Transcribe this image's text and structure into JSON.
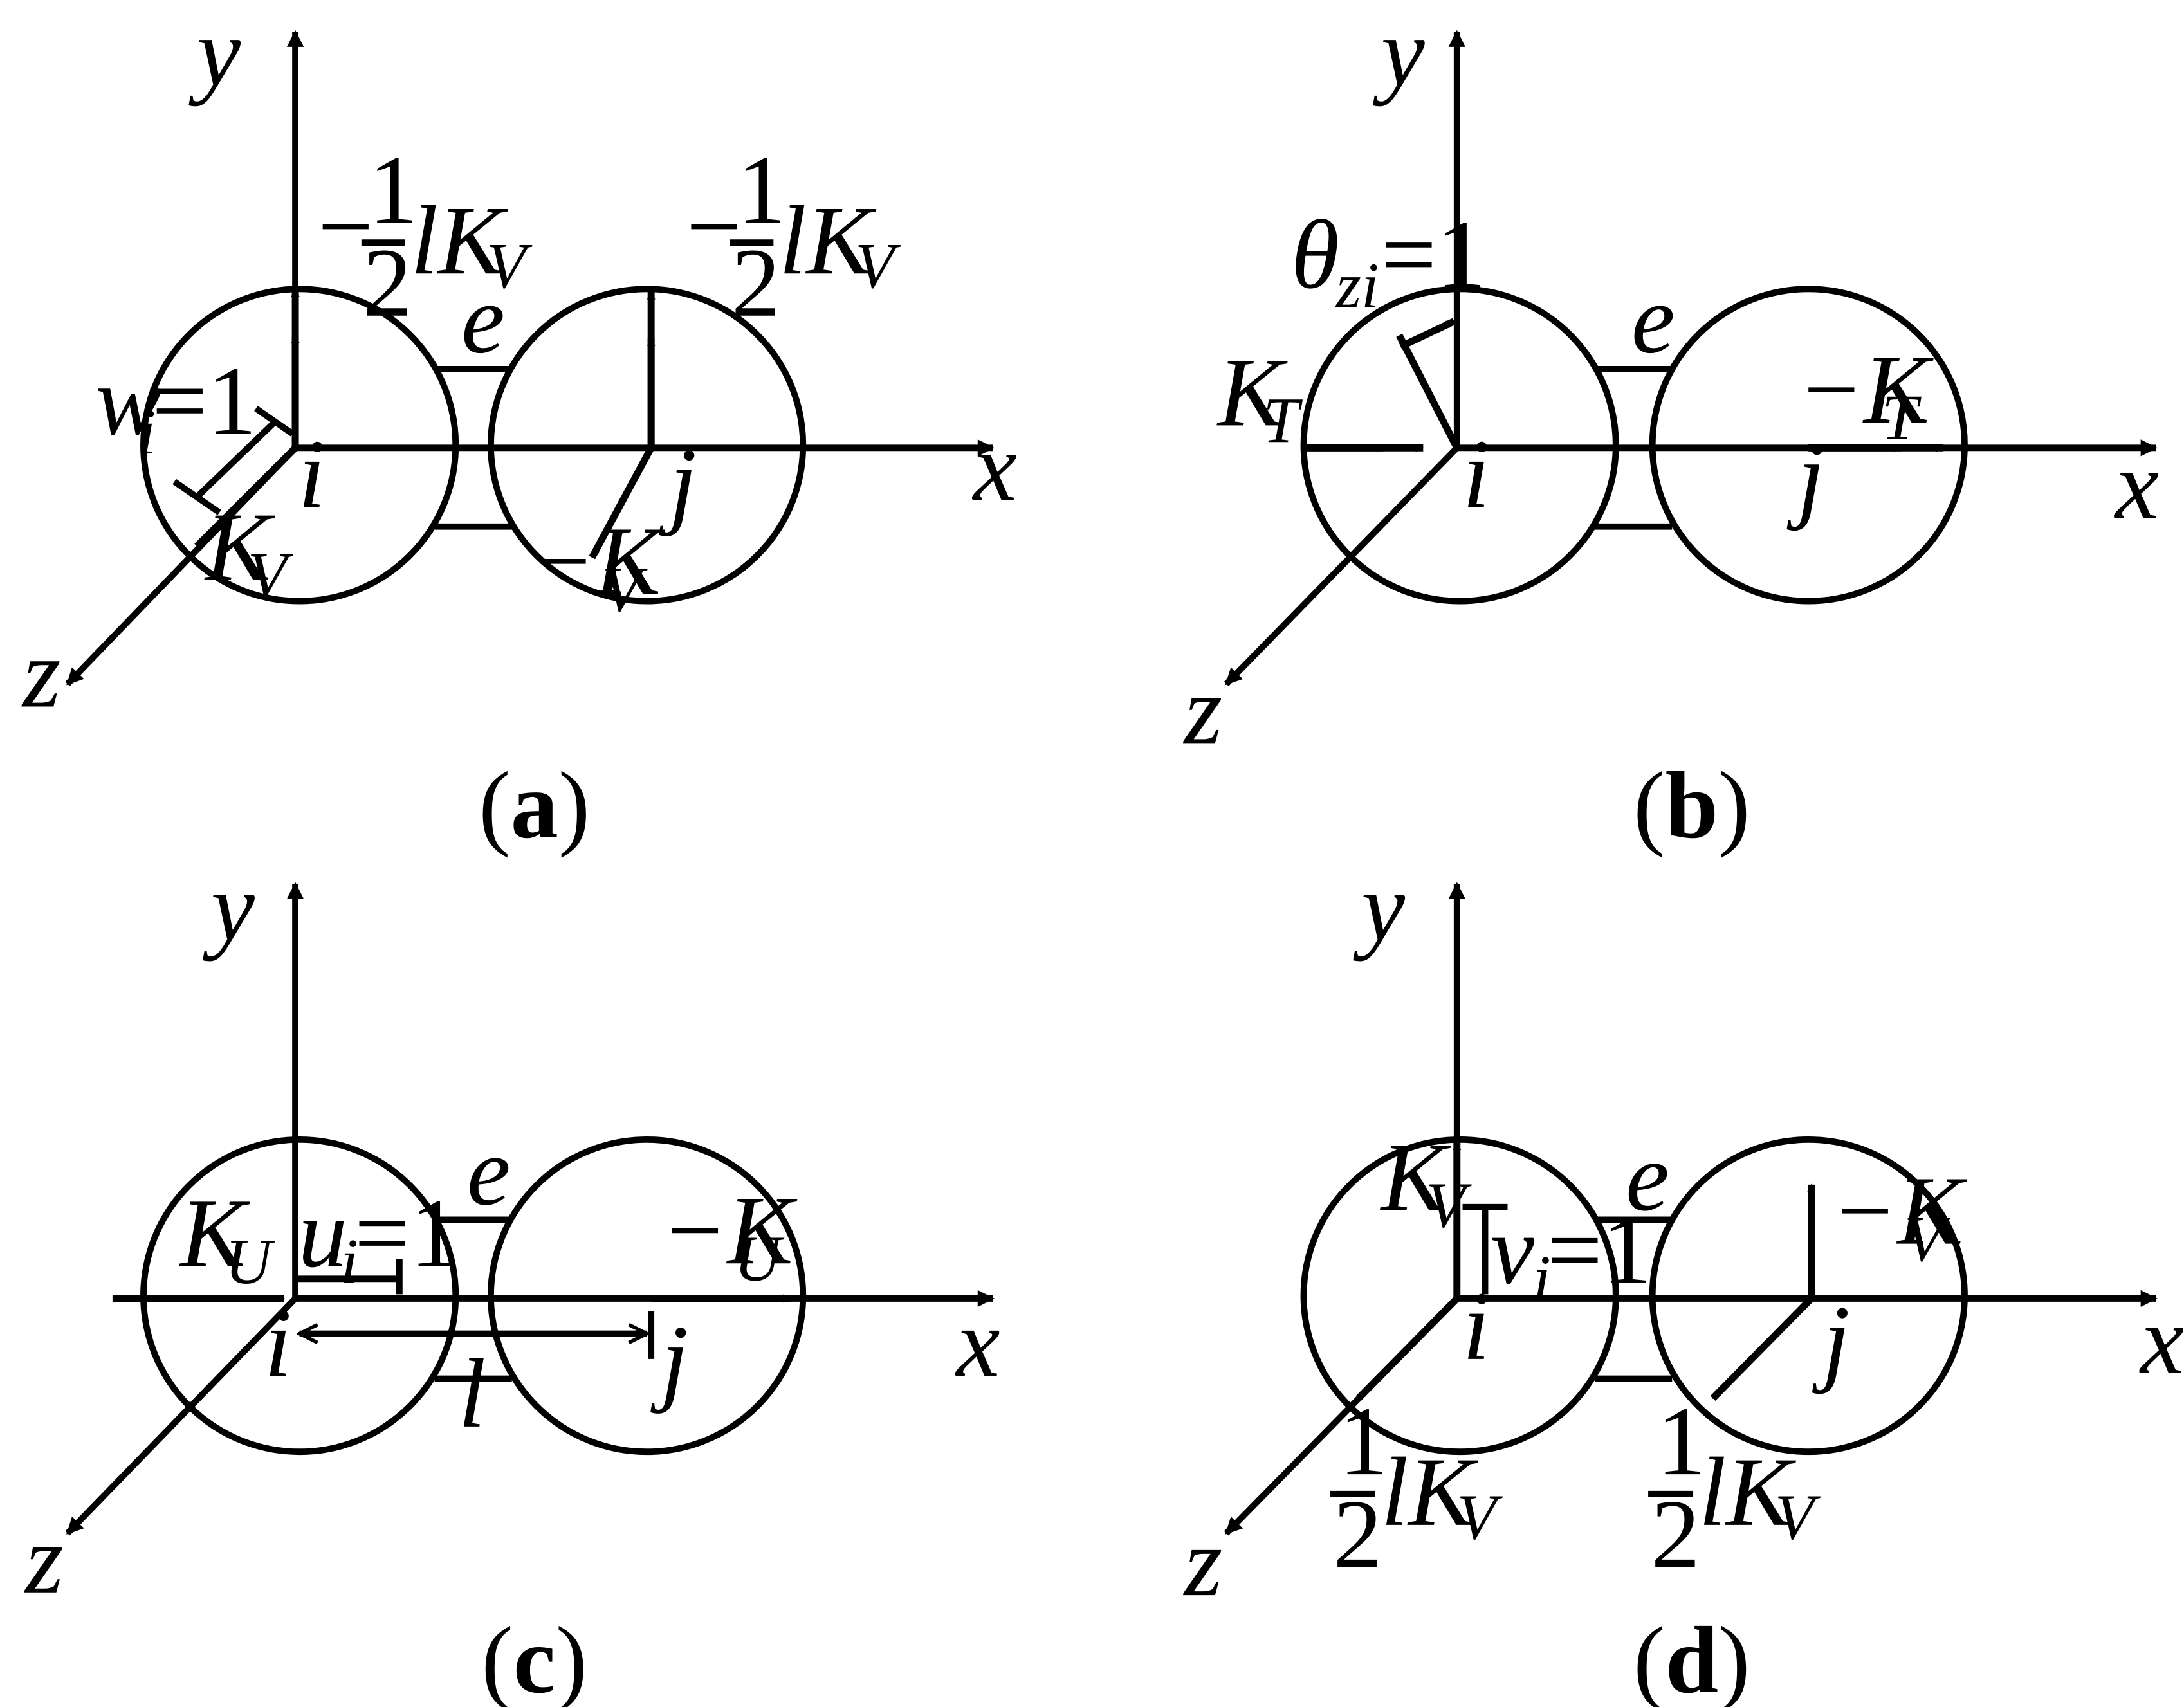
{
  "panels": [
    {
      "id": "a",
      "caption": {
        "open": "(",
        "letter": "a",
        "close": ")"
      },
      "axes": {
        "x": "x",
        "y": "y",
        "z": "z"
      },
      "nodes": {
        "i": "i",
        "j": "j",
        "e": "e"
      },
      "labels": {
        "disp_var": "w",
        "disp_sub": "i",
        "disp_val": "=1",
        "force_i": "K",
        "force_i_sub": "V",
        "force_j": "−K",
        "force_j_sub": "V",
        "moment_minus": "−",
        "moment_num": "1",
        "moment_den": "2",
        "moment_text": "lK",
        "moment_sub": "V"
      }
    },
    {
      "id": "b",
      "caption": {
        "open": "(",
        "letter": "b",
        "close": ")"
      },
      "axes": {
        "x": "x",
        "y": "y",
        "z": "z"
      },
      "nodes": {
        "i": "i",
        "j": "j",
        "e": "e"
      },
      "labels": {
        "rot_var": "θ",
        "rot_sub": "zi",
        "rot_val": "=1",
        "force_i": "K",
        "force_i_sub": "T",
        "force_j": "−K",
        "force_j_sub": "T"
      }
    },
    {
      "id": "c",
      "caption": {
        "open": "(",
        "letter": "c",
        "close": ")"
      },
      "axes": {
        "x": "x",
        "y": "y",
        "z": "z"
      },
      "nodes": {
        "i": "i",
        "j": "j",
        "e": "e",
        "l": "l"
      },
      "labels": {
        "disp_var": "u",
        "disp_sub": "i",
        "disp_val": "=1",
        "force_i": "K",
        "force_i_sub": "U",
        "force_j": "−K",
        "force_j_sub": "U"
      }
    },
    {
      "id": "d",
      "caption": {
        "open": "(",
        "letter": "d",
        "close": ")"
      },
      "axes": {
        "x": "x",
        "y": "y",
        "z": "z"
      },
      "nodes": {
        "i": "i",
        "j": "j",
        "e": "e"
      },
      "labels": {
        "disp_var": "v",
        "disp_sub": "i",
        "disp_val": "=1",
        "force_i": "K",
        "force_i_sub": "V",
        "force_j": "−K",
        "force_j_sub": "V",
        "moment_num": "1",
        "moment_den": "2",
        "moment_text": "lK",
        "moment_sub": "V"
      }
    }
  ]
}
